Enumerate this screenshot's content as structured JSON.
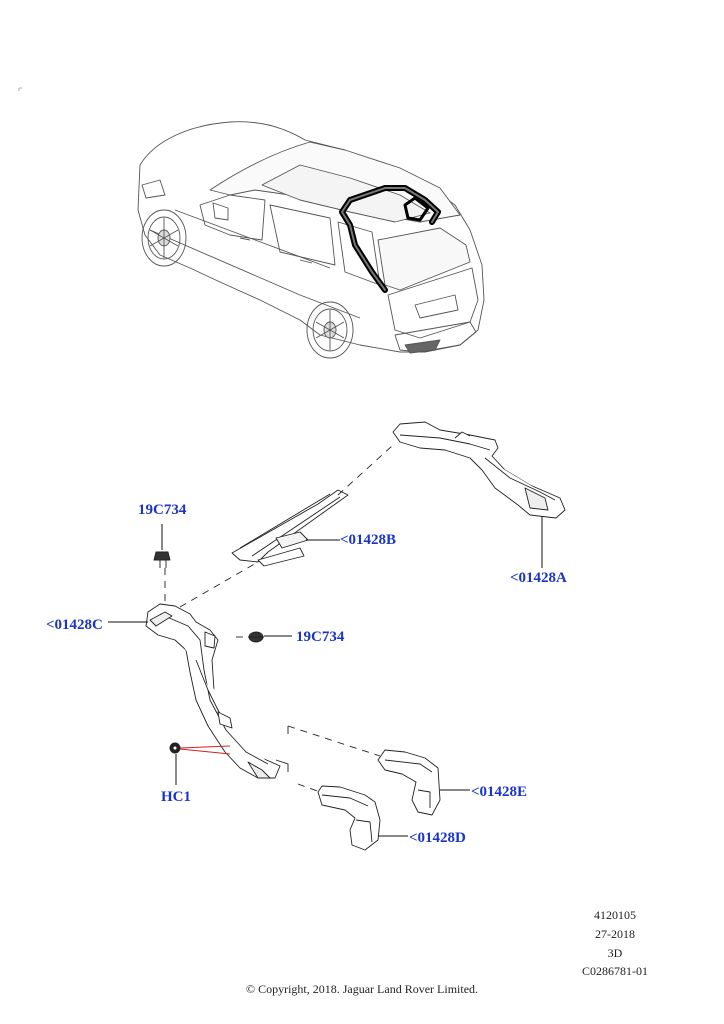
{
  "callouts": {
    "a": "<01428A",
    "b": "<01428B",
    "c": "<01428C",
    "d": "<01428D",
    "e": "<01428E",
    "clip_top": "19C734",
    "clip_mid": "19C734",
    "hc1": "HC1"
  },
  "reference": {
    "code": "4120105",
    "date": "27-2018",
    "view": "3D",
    "drawing": "C0286781-01"
  },
  "copyright": "© Copyright, 2018. Jaguar Land Rover Limited.",
  "colors": {
    "callout": "#1a33c8",
    "line": "#111111",
    "highlight": "#000000",
    "leader_red": "#d42020"
  }
}
